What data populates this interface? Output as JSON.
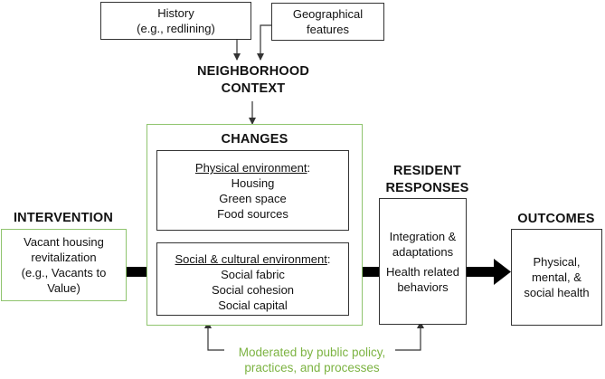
{
  "history": {
    "line1": "History",
    "line2": "(e.g., redlining)"
  },
  "geography": {
    "line1": "Geographical",
    "line2": "features"
  },
  "context": {
    "line1": "NEIGHBORHOOD",
    "line2": "CONTEXT"
  },
  "changes": {
    "title": "CHANGES",
    "physical": {
      "heading": "Physical environment",
      "suffix": ":",
      "items": [
        "Housing",
        "Green space",
        "Food sources"
      ]
    },
    "social": {
      "heading": "Social & cultural environment",
      "suffix": ":",
      "items": [
        "Social fabric",
        "Social cohesion",
        "Social capital"
      ]
    }
  },
  "intervention": {
    "title": "INTERVENTION",
    "lines": [
      "Vacant housing",
      "revitalization",
      "(e.g., Vacants to",
      "Value)"
    ]
  },
  "responses": {
    "title1": "RESIDENT",
    "title2": "RESPONSES",
    "lines": [
      "Integration &",
      "adaptations",
      "Health related",
      "behaviors"
    ]
  },
  "outcomes": {
    "title": "OUTCOMES",
    "lines": [
      "Physical,",
      "mental, &",
      "social health"
    ]
  },
  "moderator": {
    "line1": "Moderated by public policy,",
    "line2": "practices, and processes"
  },
  "colors": {
    "green": "#8fc46e",
    "moderator_text": "#7cb342",
    "line": "#333333",
    "arrow": "#000000"
  }
}
